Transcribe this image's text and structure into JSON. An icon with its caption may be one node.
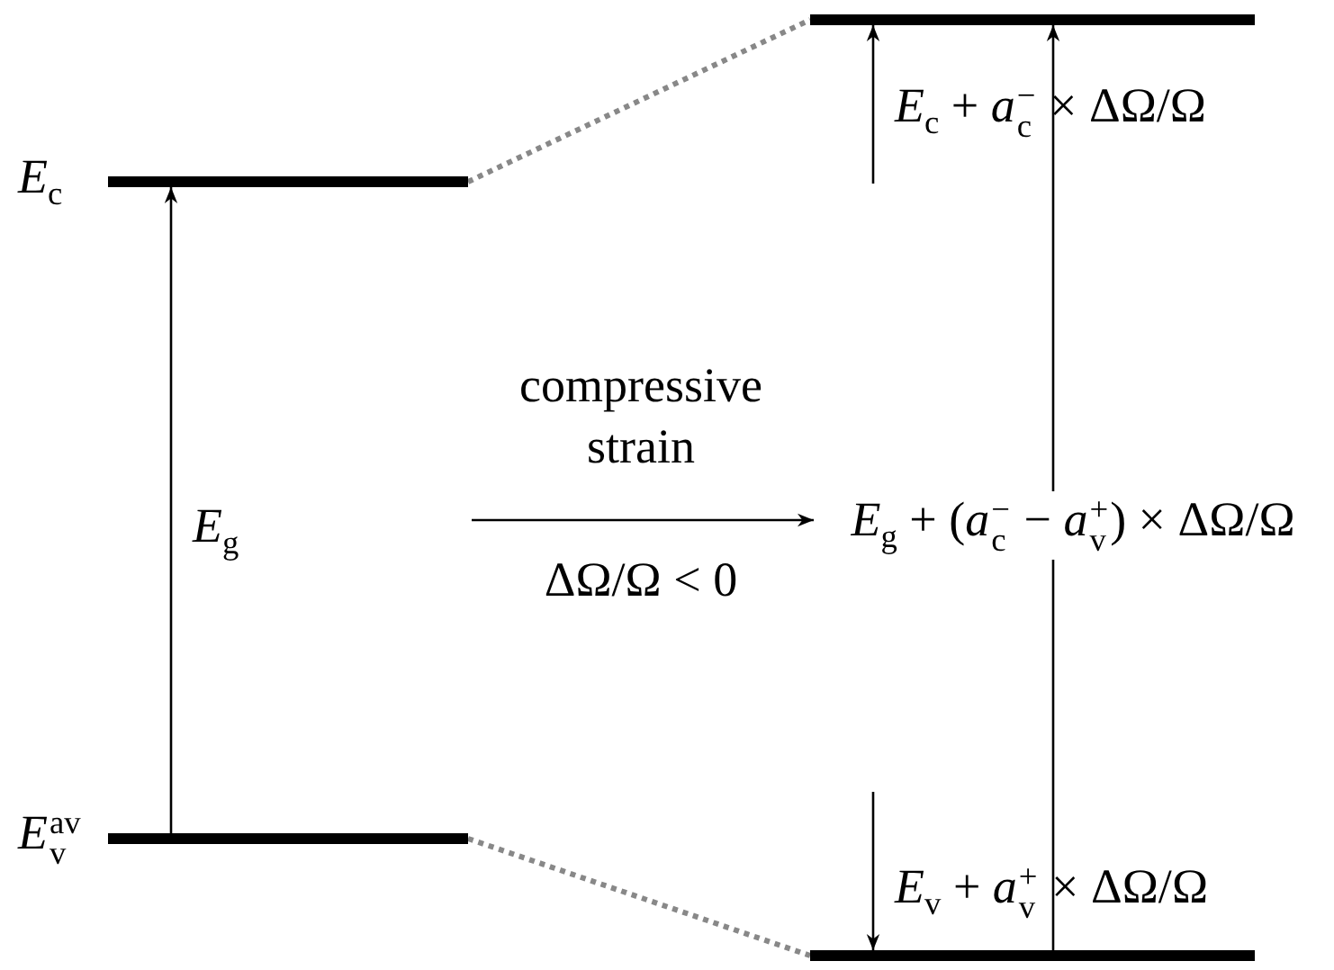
{
  "diagram": {
    "nodes": [
      {
        "text": [],
        "shape": "bar",
        "beside": [
          "*E*$_{c}$"
        ]
      },
      {
        "text": [],
        "shape": "bar",
        "beside": [
          "*E*$^{av}$$_{v}$"
        ]
      },
      {
        "text": [],
        "shape": "bar"
      },
      {
        "text": [],
        "shape": "bar"
      }
    ],
    "edges": [
      {
        "from": 0,
        "to": 2,
        "arrow": "none",
        "style": "dashed",
        "color": "#888888"
      },
      {
        "from": 1,
        "to": 3,
        "arrow": "none",
        "style": "dashed",
        "color": "#888888"
      },
      {
        "from": 1,
        "to": 0,
        "arrow": "to",
        "label": "*E*$_{g}$"
      },
      {
        "from": 3,
        "to": 2,
        "arrow": "to",
        "label": "*E*$_{g}$ + (*a*$^{−}$$_{c}$ − *a*$^{+}$$_{v}$) × ΔΩ/Ω"
      },
      {
        "from": null,
        "to": 2,
        "arrow": "to"
      },
      {
        "from": null,
        "to": 3,
        "arrow": "to"
      }
    ],
    "labels": [
      "*E*$_{c}$ + *a*$^{−}$$_{c}$ × ΔΩ/Ω",
      "compressive strain",
      "ΔΩ/Ω < 0",
      "*E*$_{v}$ + *a*$^{+}$$_{v}$ × ΔΩ/Ω"
    ]
  }
}
